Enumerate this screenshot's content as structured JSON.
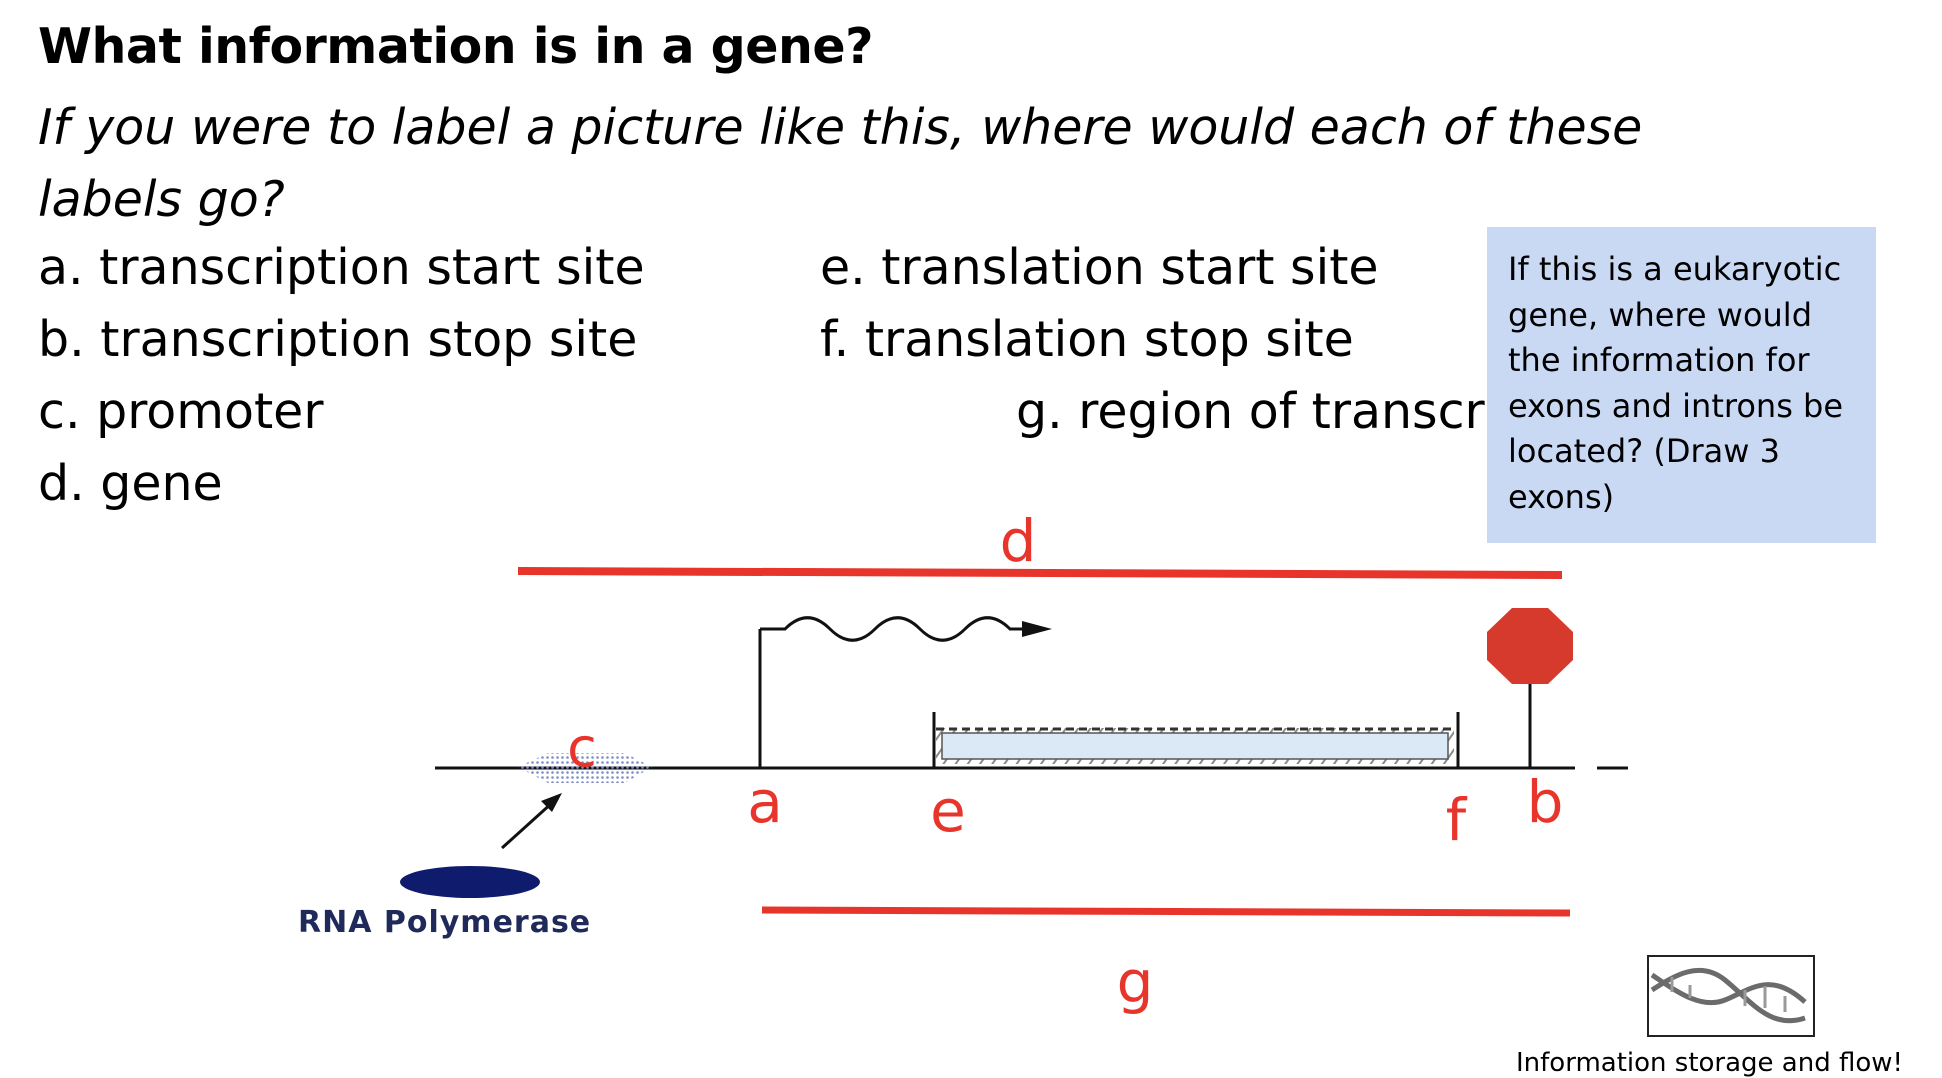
{
  "title": "What information is in a gene?",
  "subtitle": "If you were to label a picture like this, where would each of these labels go?",
  "labels": {
    "a": "a. transcription start site",
    "b": "b. transcription stop site",
    "c": "c. promoter",
    "d": "d. gene",
    "e": "e. translation start site",
    "f": "f. translation stop site",
    "g": "g. region of transcri"
  },
  "callout": "If this is a eukaryotic gene, where would the information for exons and introns be located? (Draw 3 exons)",
  "diagram": {
    "marker_a": "a",
    "marker_b": "b",
    "marker_c": "c",
    "marker_d": "d",
    "marker_e": "e",
    "marker_f": "f",
    "marker_g": "g",
    "rna_polymerase": "RNA Polymerase"
  },
  "caption": "Information storage and flow!",
  "colors": {
    "marker_red": "#e8352b",
    "callout_bg": "#c9d9f3",
    "polymerase_blue": "#0f1c6e",
    "stop_sign": "#d63a2c"
  },
  "icons": [
    "dna-helix-icon",
    "stop-sign-icon"
  ]
}
